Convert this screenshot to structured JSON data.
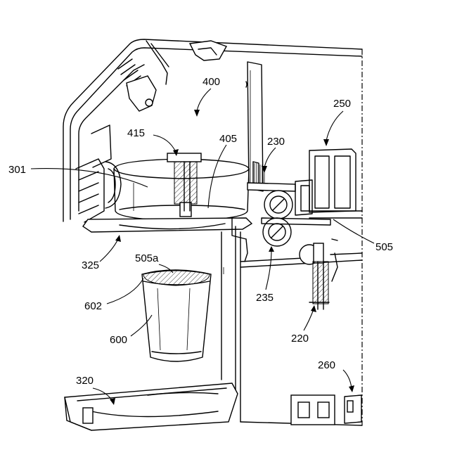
{
  "labels": {
    "l400": "400",
    "l250": "250",
    "l415": "415",
    "l405": "405",
    "l230": "230",
    "l301": "301",
    "l505": "505",
    "l325": "325",
    "l505a": "505a",
    "l235": "235",
    "l602": "602",
    "l220": "220",
    "l600": "600",
    "l320": "320",
    "l260": "260"
  }
}
